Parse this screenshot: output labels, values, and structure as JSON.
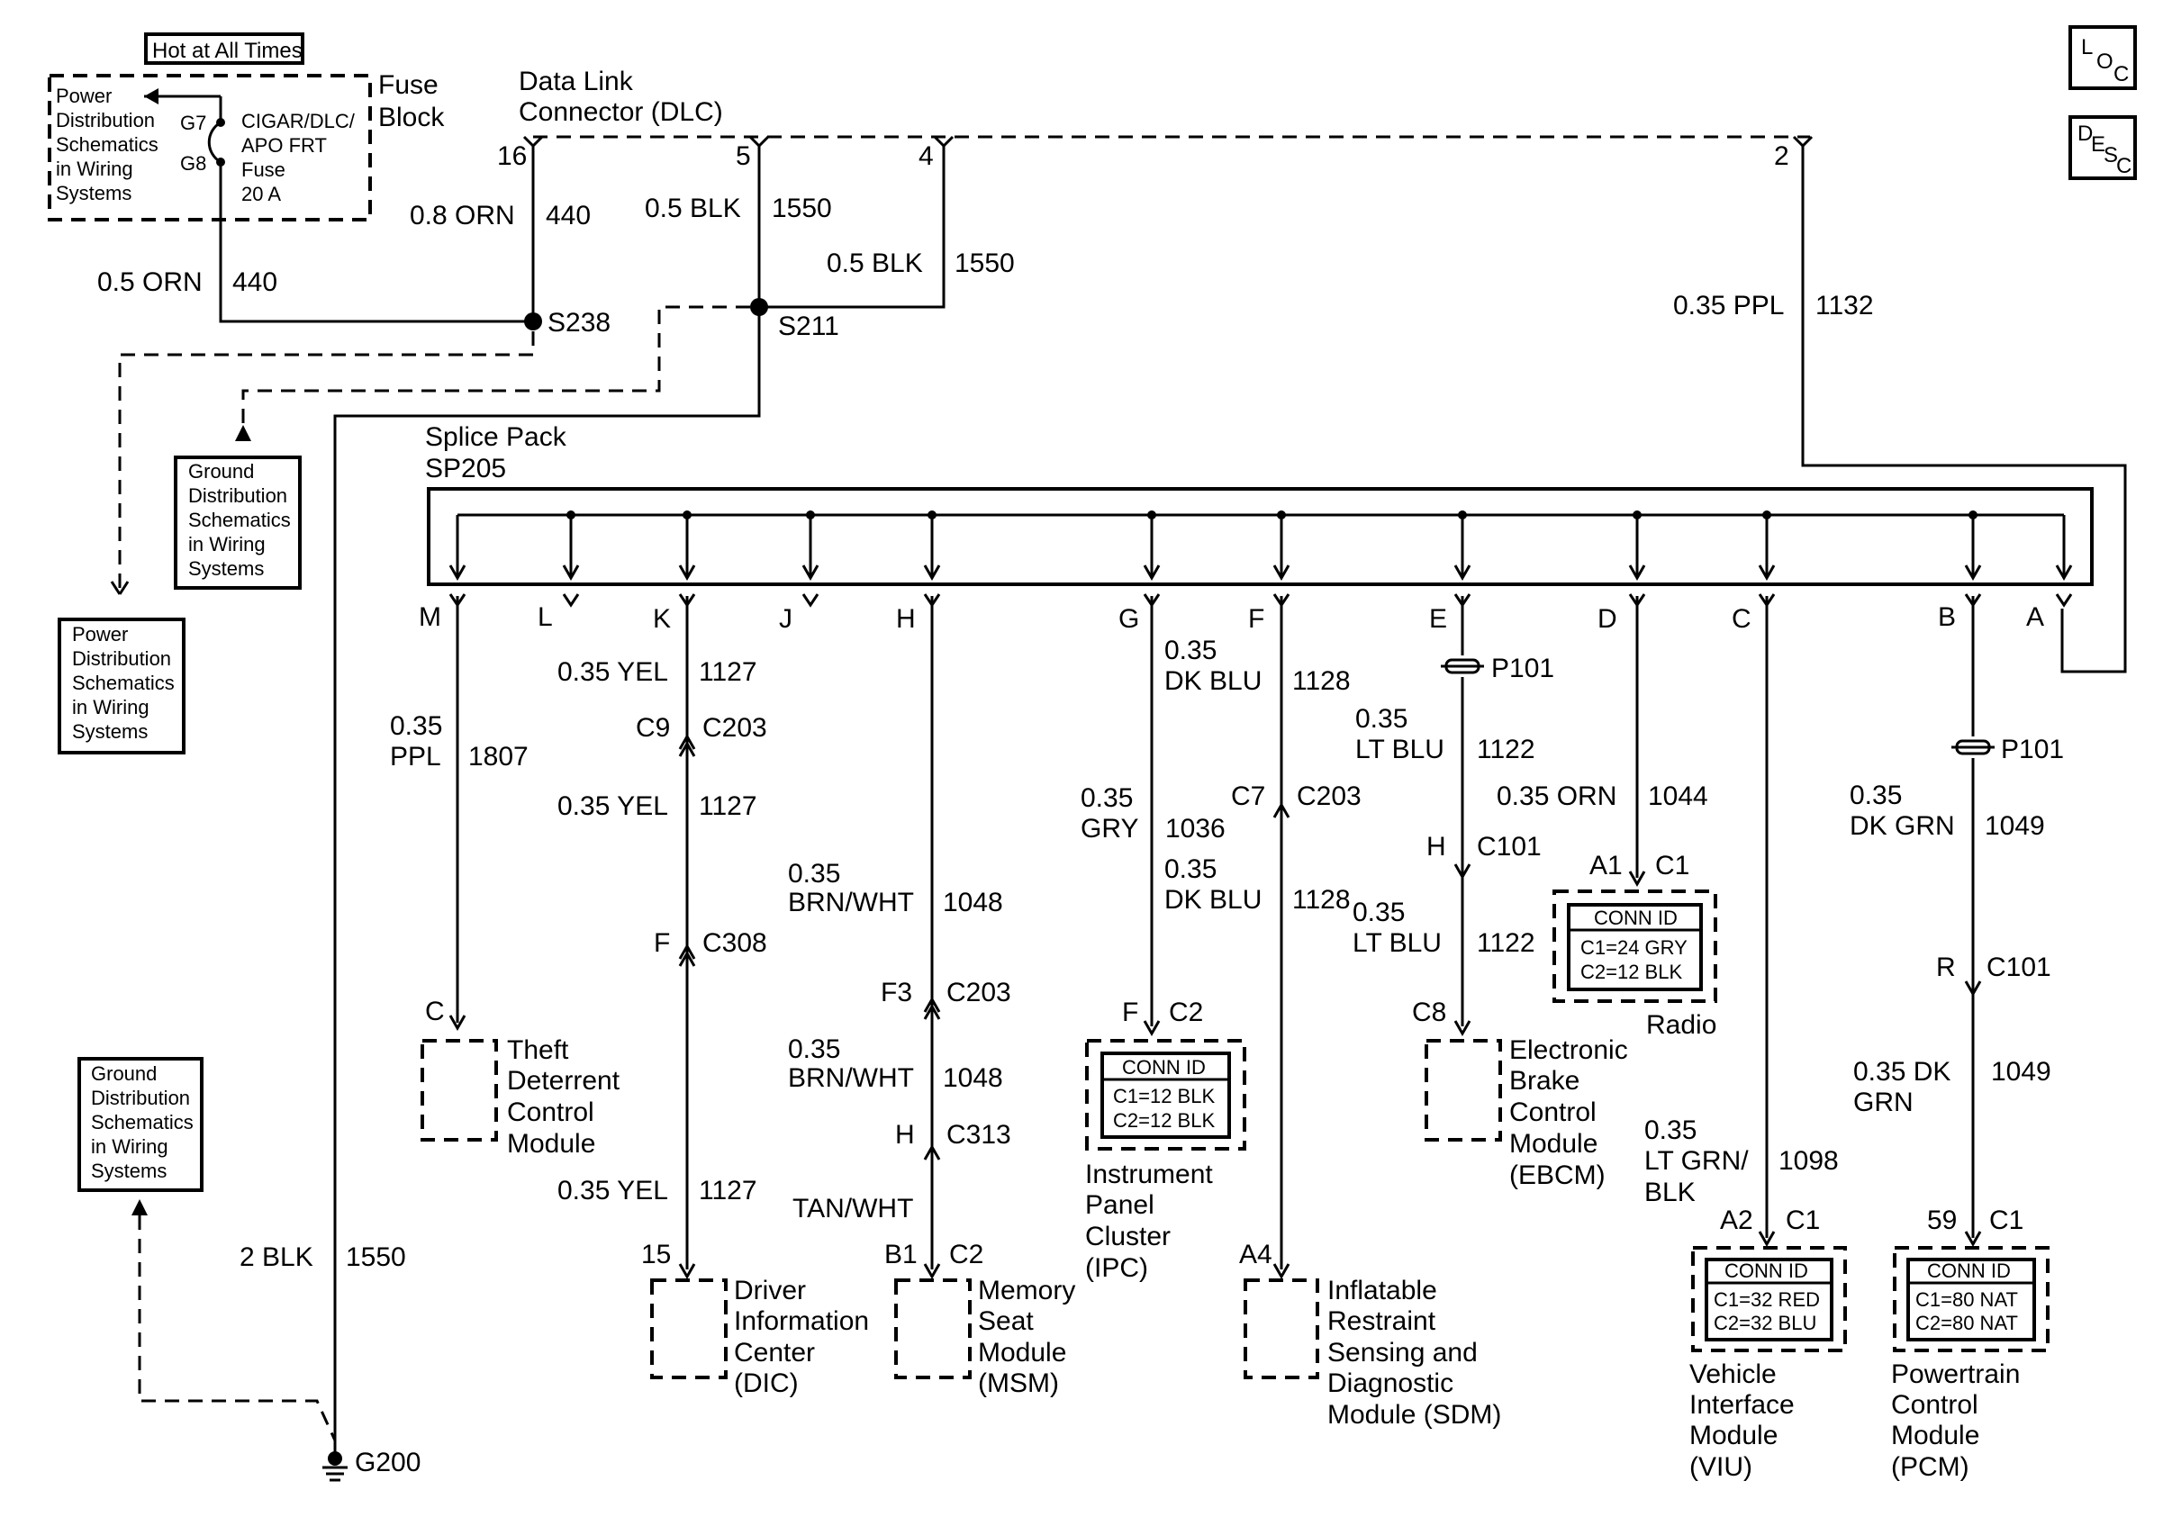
{
  "fuse_block": {
    "hot_label": "Hot at All Times",
    "title_1": "Fuse",
    "title_2": "Block",
    "ref_1": "Power",
    "ref_2": "Distribution",
    "ref_3": "Schematics",
    "ref_4": "in Wiring",
    "ref_5": "Systems",
    "pin_g7": "G7",
    "pin_g8": "G8",
    "fuse_1": "CIGAR/DLC/",
    "fuse_2": "APO FRT",
    "fuse_3": "Fuse",
    "fuse_4": "20 A"
  },
  "dlc": {
    "title_1": "Data Link",
    "title_2": "Connector (DLC)",
    "pin_16": "16",
    "pin_5": "5",
    "pin_4": "4",
    "pin_2": "2"
  },
  "wires": {
    "w440a_size": "0.8 ORN",
    "w440a_num": "440",
    "w440b_size": "0.5 ORN",
    "w440b_num": "440",
    "w1550a_size": "0.5 BLK",
    "w1550a_num": "1550",
    "w1550b_size": "0.5 BLK",
    "w1550b_num": "1550",
    "w1132_size": "0.35 PPL",
    "w1132_num": "1132",
    "w1550g_size": "2 BLK",
    "w1550g_num": "1550",
    "m_size_1": "0.35",
    "m_size_2": "PPL",
    "m_num": "1807",
    "k1_size": "0.35 YEL",
    "k1_num": "1127",
    "k2_size": "0.35 YEL",
    "k2_num": "1127",
    "k3_size": "0.35 YEL",
    "k3_num": "1127",
    "h1_size_1": "0.35",
    "h1_size_2": "BRN/WHT",
    "h1_num": "1048",
    "h2_size_1": "0.35",
    "h2_size_2": "BRN/WHT",
    "h2_num": "1048",
    "h3_size": "TAN/WHT",
    "g_size_1": "0.35",
    "g_size_2": "GRY",
    "g_num": "1036",
    "f1_size_1": "0.35",
    "f1_size_2": "DK BLU",
    "f1_num": "1128",
    "f2_size_1": "0.35",
    "f2_size_2": "DK BLU",
    "f2_num": "1128",
    "e1_size_1": "0.35",
    "e1_size_2": "LT BLU",
    "e1_num": "1122",
    "e2_size_1": "0.35",
    "e2_size_2": "LT BLU",
    "e2_num": "1122",
    "d_size": "0.35 ORN",
    "d_num": "1044",
    "c_size_1": "0.35",
    "c_size_2": "LT GRN/",
    "c_size_3": "BLK",
    "c_num": "1098",
    "b1_size_1": "0.35",
    "b1_size_2": "DK GRN",
    "b1_num": "1049",
    "b2_size_1": "0.35 DK",
    "b2_size_2": "GRN",
    "b2_num": "1049"
  },
  "splices": {
    "s238": "S238",
    "s211": "S211",
    "pack_1": "Splice Pack",
    "pack_2": "SP205",
    "ground": "G200"
  },
  "ground_refs": {
    "ref_1": "Ground",
    "ref_2": "Distribution",
    "ref_3": "Schematics",
    "ref_4": "in Wiring",
    "ref_5": "Systems"
  },
  "power_refs": {
    "ref_1": "Power",
    "ref_2": "Distribution",
    "ref_3": "Schematics",
    "ref_4": "in Wiring",
    "ref_5": "Systems"
  },
  "pins": {
    "M": "M",
    "L": "L",
    "K": "K",
    "J": "J",
    "H": "H",
    "G": "G",
    "F": "F",
    "E": "E",
    "D": "D",
    "C": "C",
    "B": "B",
    "A": "A"
  },
  "connectors": {
    "k_c9": "C9",
    "k_c203": "C203",
    "k_f": "F",
    "k_c308": "C308",
    "h_f3": "F3",
    "h_c203": "C203",
    "h_h": "H",
    "h_c313": "C313",
    "f_c7": "C7",
    "f_c203": "C203",
    "e_p101": "P101",
    "e_h": "H",
    "e_c101": "C101",
    "b_p101": "P101",
    "b_r": "R",
    "b_c101": "C101"
  },
  "modules": {
    "tdcm_pin": "C",
    "tdcm_1": "Theft",
    "tdcm_2": "Deterrent",
    "tdcm_3": "Control",
    "tdcm_4": "Module",
    "dic_pin": "15",
    "dic_1": "Driver",
    "dic_2": "Information",
    "dic_3": "Center",
    "dic_4": "(DIC)",
    "msm_pin": "B1",
    "msm_conn": "C2",
    "msm_1": "Memory",
    "msm_2": "Seat",
    "msm_3": "Module",
    "msm_4": "(MSM)",
    "ipc_pin": "F",
    "ipc_conn": "C2",
    "ipc_id": "CONN ID",
    "ipc_c1": "C1=12 BLK",
    "ipc_c2": "C2=12 BLK",
    "ipc_1": "Instrument",
    "ipc_2": "Panel",
    "ipc_3": "Cluster",
    "ipc_4": "(IPC)",
    "sdm_pin": "A4",
    "sdm_1": "Inflatable",
    "sdm_2": "Restraint",
    "sdm_3": "Sensing and",
    "sdm_4": "Diagnostic",
    "sdm_5": "Module (SDM)",
    "ebcm_pin": "C8",
    "ebcm_1": "Electronic",
    "ebcm_2": "Brake",
    "ebcm_3": "Control",
    "ebcm_4": "Module",
    "ebcm_5": "(EBCM)",
    "radio_pin": "A1",
    "radio_conn": "C1",
    "radio_id": "CONN ID",
    "radio_c1": "C1=24 GRY",
    "radio_c2": "C2=12 BLK",
    "radio": "Radio",
    "viu_pin": "A2",
    "viu_conn": "C1",
    "viu_id": "CONN ID",
    "viu_c1": "C1=32 RED",
    "viu_c2": "C2=32 BLU",
    "viu_1": "Vehicle",
    "viu_2": "Interface",
    "viu_3": "Module",
    "viu_4": "(VIU)",
    "pcm_pin": "59",
    "pcm_conn": "C1",
    "pcm_id": "CONN ID",
    "pcm_c1": "C1=80 NAT",
    "pcm_c2": "C2=80 NAT",
    "pcm_1": "Powertrain",
    "pcm_2": "Control",
    "pcm_3": "Module",
    "pcm_4": "(PCM)"
  },
  "side_buttons": {
    "loc_1": "L",
    "loc_2": "O",
    "loc_3": "C",
    "desc_1": "D",
    "desc_2": "E",
    "desc_3": "S",
    "desc_4": "C"
  }
}
